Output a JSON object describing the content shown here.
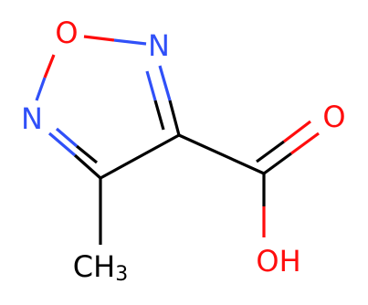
{
  "molecule": {
    "atoms": {
      "ring_oxygen": "O",
      "ring_nitrogen_top": "N",
      "ring_nitrogen_left": "N",
      "carbonyl_oxygen": "O",
      "hydroxyl": "OH",
      "methyl_main": "CH",
      "methyl_subscript": "3"
    },
    "colors": {
      "oxygen": "#ff0d0d",
      "nitrogen": "#3050f8",
      "carbon": "#000000",
      "background": "#ffffff"
    }
  }
}
